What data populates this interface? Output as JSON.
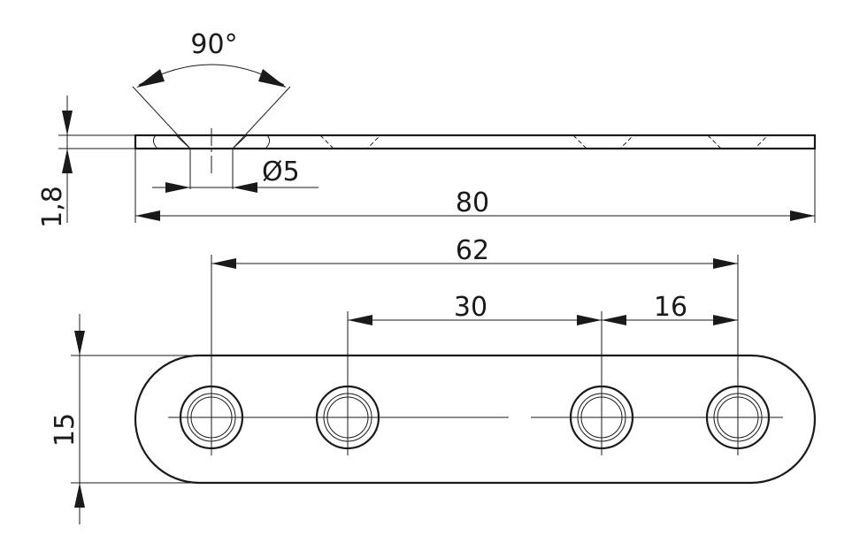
{
  "dimensions": {
    "angle": "90°",
    "hole_diameter": "Ø5",
    "thickness": "1,8",
    "length": "80",
    "outer_hole_spacing": "62",
    "inner_hole_spacing": "30",
    "end_hole_spacing": "16",
    "width": "15"
  },
  "colors": {
    "line": "#1a1a1a",
    "background": "#ffffff"
  }
}
